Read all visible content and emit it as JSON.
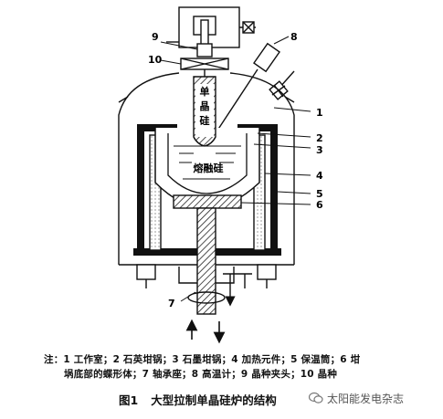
{
  "diagram": {
    "callouts": [
      "1",
      "2",
      "3",
      "4",
      "5",
      "6",
      "7",
      "8",
      "9",
      "10"
    ],
    "labels": {
      "crystal": [
        "单",
        "晶",
        "硅"
      ],
      "melt": "熔融硅"
    }
  },
  "notes": {
    "prefix": "注：",
    "line1": "1 工作室；2 石英坩锅；3 石墨坩锅；4 加热元件；5 保温筒；6 坩",
    "line2": "埚底部的蝶形体；7 轴承座；8 高温计；9 晶种夹头；10 晶种"
  },
  "caption": {
    "number": "图1",
    "title": "大型拉制单晶硅炉的结构"
  },
  "watermark": {
    "icon": "wechat-icon",
    "text": "太阳能发电杂志"
  }
}
